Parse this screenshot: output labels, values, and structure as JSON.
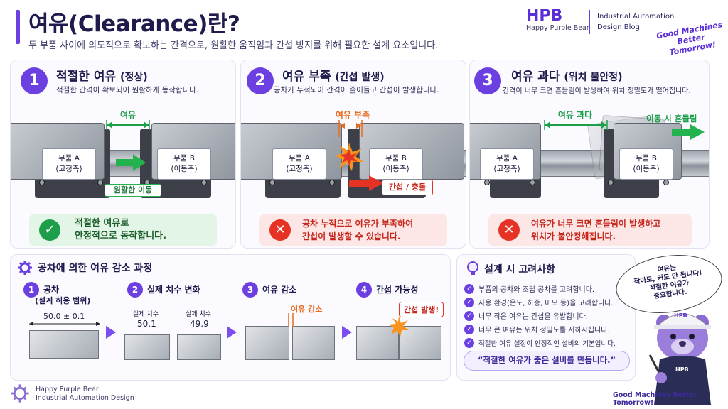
{
  "header": {
    "title": "여유(Clearance)란?",
    "subtitle": "두 부품 사이에 의도적으로 확보하는 간격으로, 원활한 움직임과 간섭 방지를 위해 필요한 설계 요소입니다.",
    "brand": "HPB",
    "brand_sub": "Happy Purple Bear",
    "blog_line1": "Industrial Automation",
    "blog_line2": "Design Blog",
    "slogan_line1": "Good Machines",
    "slogan_line2": "Better Tomorrow!"
  },
  "panels": [
    {
      "num": "1",
      "title": "적절한 여유",
      "title_paren": "(정상)",
      "desc": "적절한 간격이 확보되어 원활하게 동작합니다.",
      "part_a": "부품 A",
      "part_a_sub": "(고정측)",
      "part_b": "부품 B",
      "part_b_sub": "(이동측)",
      "gap_label": "여유",
      "motion_label": "원활한 이동",
      "status_line1": "적절한 여유로",
      "status_line2": "안정적으로 동작합니다.",
      "status_icon": "✓"
    },
    {
      "num": "2",
      "title": "여유 부족",
      "title_paren": "(간섭 발생)",
      "desc": "공차가 누적되어 간격이 줄어들고 간섭이 발생합니다.",
      "part_a": "부품 A",
      "part_a_sub": "(고정측)",
      "part_b": "부품 B",
      "part_b_sub": "(이동측)",
      "gap_label": "여유 부족",
      "motion_label": "간섭 / 충돌",
      "status_line1": "공차 누적으로 여유가 부족하여",
      "status_line2": "간섭이 발생할 수 있습니다.",
      "status_icon": "✕"
    },
    {
      "num": "3",
      "title": "여유 과다",
      "title_paren": "(위치 불안정)",
      "desc": "간격이 너무 크면 흔들림이 발생하여 위치 정밀도가 떨어집니다.",
      "part_a": "부품 A",
      "part_a_sub": "(고정측)",
      "part_b": "부품 B",
      "part_b_sub": "(이동측)",
      "gap_label": "여유 과다",
      "motion_label": "이동 시 흔들림",
      "status_line1": "여유가 너무 크면 흔들림이 발생하고",
      "status_line2": "위치가 불안정해집니다.",
      "status_icon": "✕"
    }
  ],
  "process": {
    "title": "공차에 의한 여유 감소 과정",
    "steps": [
      {
        "num": "1",
        "label": "공차",
        "sub": "(설계 허용 범위)",
        "value": "50.0 ± 0.1"
      },
      {
        "num": "2",
        "label": "실제 치수 변화",
        "dim1_label": "실제 치수",
        "dim1": "50.1",
        "dim2_label": "실제 치수",
        "dim2": "49.9"
      },
      {
        "num": "3",
        "label": "여유 감소",
        "callout": "여유 감소"
      },
      {
        "num": "4",
        "label": "간섭 가능성",
        "callout": "간섭 발생!"
      }
    ]
  },
  "considerations": {
    "title": "설계 시 고려사항",
    "items": [
      "부품의 공차와 조립 공차를 고려합니다.",
      "사용 환경(온도, 하중, 마모 등)을 고려합니다.",
      "너무 작은 여유는 간섭을 유발합니다.",
      "너무 큰 여유는 위치 정밀도를 저하시킵니다.",
      "적절한 여유 설정이 안정적인 설비의 기본입니다."
    ],
    "quote": "“적절한 여유가 좋은 설비를 만듭니다.”"
  },
  "bear": {
    "bubble_line1": "여유는",
    "bubble_line2": "작아도, 커도 안 됩니다!",
    "bubble_line3": "적절한 여유가",
    "bubble_line4": "중요합니다.",
    "helmet_text": "HPB",
    "shirt_text": "HPB"
  },
  "footer": {
    "left_line1": "Happy Purple Bear",
    "left_line2": "Industrial Automation Design",
    "right": "Good Machines Better Tomorrow!"
  },
  "colors": {
    "accent": "#6b3fe0",
    "ok": "#1d9e4a",
    "ng": "#e03a2a",
    "warn": "#ea6a1b"
  }
}
